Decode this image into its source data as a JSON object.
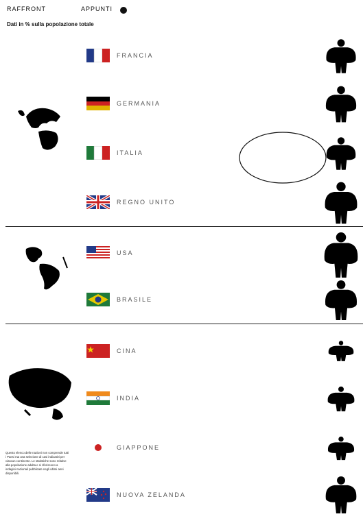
{
  "header": {
    "left_label": "RAFFRONT",
    "right_label": "APPUNTI",
    "legend_icon": "filled-circle"
  },
  "subtitle": "Dati in % sulla popolazione totale",
  "note_text": "Questo elenco delle nazioni non comprende tutti i Paesi ma una selezione di casi indicativi per ciascun continente. Le statistiche sono relative alla popolazione adulta e si riferiscono a indagini nazionali pubblicate negli ultimi anni disponibili.",
  "colors": {
    "figure": "#000000",
    "ink": "#111111",
    "flag_red": "#cc2222",
    "flag_blue": "#223a88",
    "flag_green": "#1f7a3a"
  },
  "chart_data": {
    "type": "pictogram",
    "groups": [
      {
        "region": "Europa",
        "icon": "europe-africa-globe-icon",
        "countries": [
          "FRANCIA",
          "GERMANIA",
          "ITALIA",
          "REGNO UNITO"
        ]
      },
      {
        "region": "America",
        "icon": "americas-globe-icon",
        "countries": [
          "USA",
          "BRASILE"
        ]
      },
      {
        "region": "Asia-Oceania",
        "icon": "asia-globe-icon",
        "countries": [
          "CINA",
          "INDIA",
          "GIAPPONE",
          "NUOVA ZELANDA"
        ]
      }
    ],
    "rows": [
      {
        "country": "FRANCIA",
        "flag": "france-flag-icon",
        "relative_size": 0.75
      },
      {
        "country": "GERMANIA",
        "flag": "germany-flag-icon",
        "relative_size": 0.8
      },
      {
        "country": "ITALIA",
        "flag": "italy-flag-icon",
        "relative_size": 0.72
      },
      {
        "country": "REGNO UNITO",
        "flag": "uk-flag-icon",
        "relative_size": 0.92
      },
      {
        "country": "USA",
        "flag": "usa-flag-icon",
        "relative_size": 1.0
      },
      {
        "country": "BRASILE",
        "flag": "brazil-flag-icon",
        "relative_size": 0.88
      },
      {
        "country": "CINA",
        "flag": "china-flag-icon",
        "relative_size": 0.45
      },
      {
        "country": "INDIA",
        "flag": "india-flag-icon",
        "relative_size": 0.55
      },
      {
        "country": "GIAPPONE",
        "flag": "japan-flag-icon",
        "relative_size": 0.52
      },
      {
        "country": "NUOVA ZELANDA",
        "flag": "new-zealand-flag-icon",
        "relative_size": 0.82
      }
    ],
    "highlight": {
      "country": "ITALIA",
      "shape": "ellipse"
    }
  }
}
